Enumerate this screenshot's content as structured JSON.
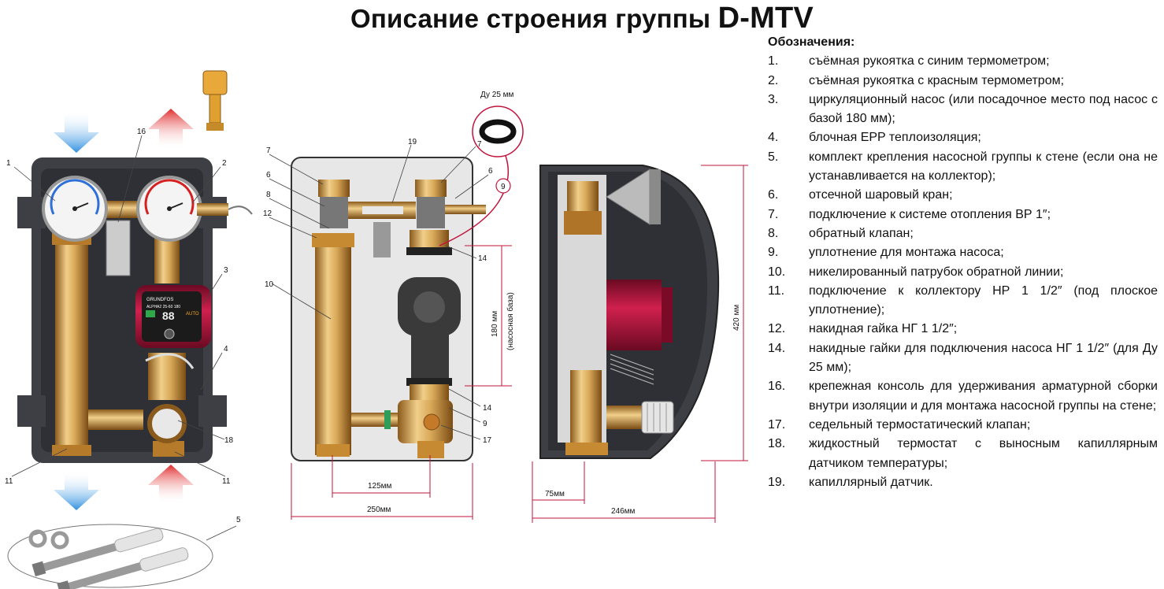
{
  "title": {
    "main": "Описание строения группы ",
    "suffix": "D-MTV"
  },
  "legend": {
    "heading": "Обозначения:",
    "items": [
      {
        "num": "1.",
        "text": "съёмная рукоятка с синим термометром;"
      },
      {
        "num": "2.",
        "text": "съёмная рукоятка с красным термометром;"
      },
      {
        "num": "3.",
        "text": "циркуляционный насос (или посадочное место под насос с базой 180 мм);"
      },
      {
        "num": "4.",
        "text": "блочная EPP теплоизоляция;"
      },
      {
        "num": "5.",
        "text": "комплект крепления насосной группы к стене (если она не устанавливается на коллектор);"
      },
      {
        "num": "6.",
        "text": "отсечной шаровый кран;"
      },
      {
        "num": "7.",
        "text": "подключение к системе отопления ВР 1″;"
      },
      {
        "num": "8.",
        "text": "обратный клапан;"
      },
      {
        "num": "9.",
        "text": "уплотнение для монтажа насоса;"
      },
      {
        "num": "10.",
        "text": "никелированный патрубок обратной линии;"
      },
      {
        "num": "11.",
        "text": "подключение к коллектору НР 1 1/2″ (под плоское уплотнение);"
      },
      {
        "num": "12.",
        "text": "накидная гайка НГ 1 1/2″;"
      },
      {
        "num": "14.",
        "text": "накидные гайки для подключения насоса НГ 1 1/2″ (для Ду 25 мм);"
      },
      {
        "num": "16.",
        "text": "крепежная консоль для удерживания арматурной сборки внутри изоляции и для монтажа насосной группы на стене;"
      },
      {
        "num": "17.",
        "text": "седельный термостатический клапан;"
      },
      {
        "num": "18.",
        "text": "жидкостный термостат с выносным капиллярным датчиком температуры;"
      },
      {
        "num": "19.",
        "text": "капиллярный датчик."
      }
    ]
  },
  "diagram": {
    "front": {
      "c1": "1",
      "c2": "2",
      "c3": "3",
      "c4": "4",
      "c5": "5",
      "c11a": "11",
      "c11b": "11",
      "c16": "16",
      "c18": "18"
    },
    "pump_display": {
      "brand": "GRUNDFOS",
      "model": "ALPHA2 25-60 180",
      "digits": "88",
      "mode": "AUTO"
    },
    "side": {
      "c6a": "6",
      "c6b": "6",
      "c7a": "7",
      "c7b": "7",
      "c8": "8",
      "c9a": "9",
      "c9b": "9",
      "c10": "10",
      "c12": "12",
      "c14a": "14",
      "c14b": "14",
      "c17": "17",
      "c19": "19",
      "seal_label": "Ду 25 мм",
      "dim_125": "125мм",
      "dim_250": "250мм",
      "dim_180": "180 мм",
      "dim_180_note": "(насосная база)"
    },
    "profile": {
      "dim_75": "75мм",
      "dim_246": "246мм",
      "dim_420": "420 мм"
    }
  },
  "colors": {
    "blue_arrow": "#3a9be0",
    "red_arrow": "#e03a3a",
    "brass": "#c8923c",
    "insulation": "#3d3f45",
    "pump_red": "#b0123a",
    "dim_line": "#c0143c"
  }
}
